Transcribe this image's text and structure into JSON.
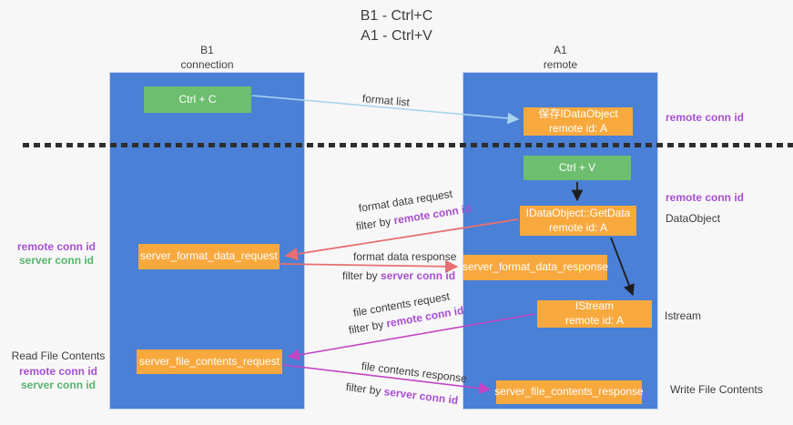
{
  "title": {
    "line1": "B1 - Ctrl+C",
    "line2": "A1 - Ctrl+V"
  },
  "columns": {
    "left": {
      "title": "B1",
      "subtitle": "connection"
    },
    "right": {
      "title": "A1",
      "subtitle": "remote"
    }
  },
  "nodes": {
    "ctrl_c": "Ctrl + C",
    "save_idataobject": {
      "line1": "保存IDataObject",
      "line2": "remote id: A"
    },
    "ctrl_v": "Ctrl + V",
    "idataobject_getdata": {
      "line1": "IDataObject::GetData",
      "line2": "remote id: A"
    },
    "server_format_data_request": "server_format_data_request",
    "server_format_data_response": "server_format_data_response",
    "istream": {
      "line1": "IStream",
      "line2": "remote id: A"
    },
    "server_file_contents_request": "server_file_contents_request",
    "server_file_contents_response": "server_file_contents_response"
  },
  "edge_labels": {
    "format_list": "format list",
    "format_data_request": "format data request",
    "format_data_response": "format data response",
    "file_contents_request": "file contents request",
    "file_contents_response": "file contents response",
    "filter_by": "filter by",
    "remote_conn_id": "remote conn id",
    "server_conn_id": "server conn id"
  },
  "side_labels": {
    "left": {
      "remote_conn_id_1": "remote conn id",
      "server_conn_id_1": "server conn id",
      "read_file_contents": "Read File Contents",
      "remote_conn_id_2": "remote conn id",
      "server_conn_id_2": "server conn id"
    },
    "right": {
      "remote_conn_id_1": "remote conn id",
      "remote_conn_id_2": "remote conn id",
      "dataobject": "DataObject",
      "istream": "Istream",
      "write_file_contents": "Write File Contents"
    }
  },
  "colors": {
    "background": "#f7f7f8",
    "column_blue": "#4a80d6",
    "box_orange": "#f8a93e",
    "box_green": "#6dbe6e",
    "label_purple": "#a84fd0",
    "label_green": "#58b36a",
    "arrow_red": "#e76f6f",
    "arrow_magenta": "#c444c4",
    "arrow_light_blue": "#a9d4ef",
    "arrow_black": "#1d1d1d",
    "text_dark": "#3c3c3c"
  }
}
